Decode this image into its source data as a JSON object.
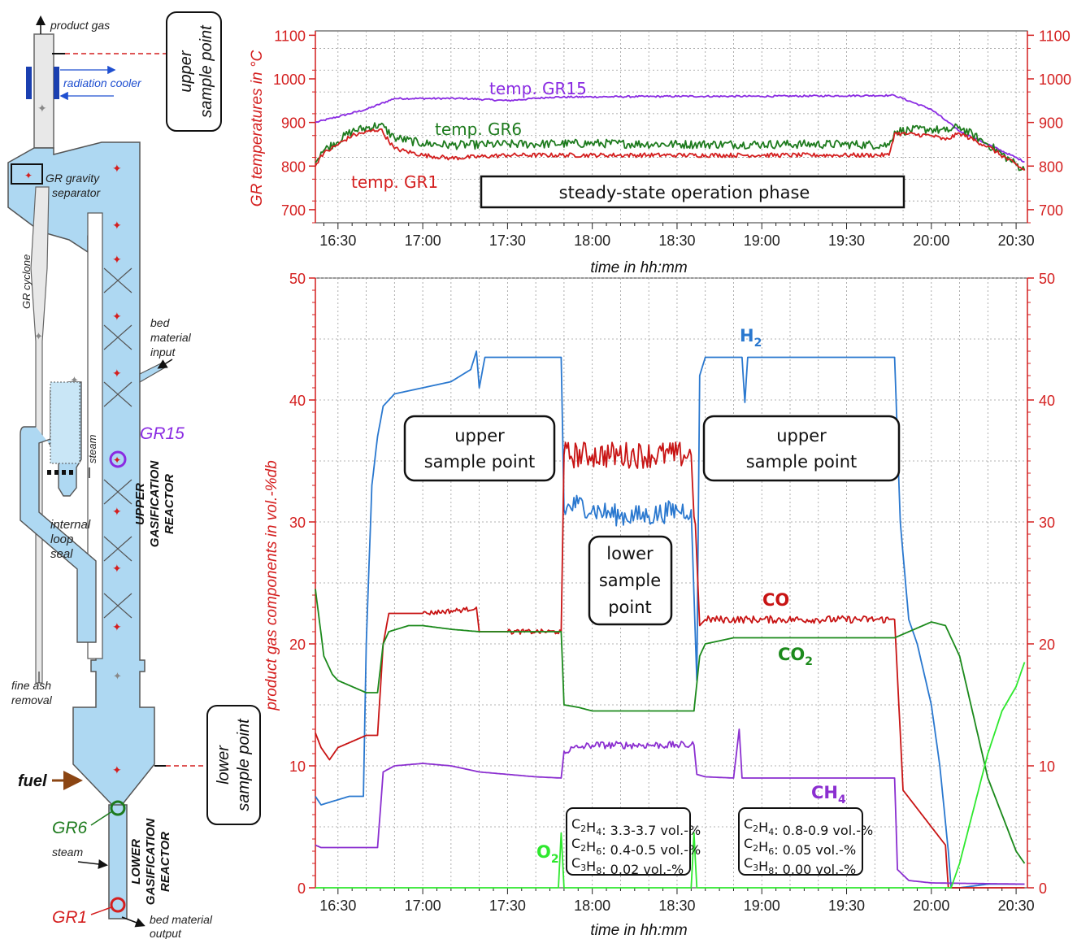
{
  "diagram": {
    "product_gas": "product gas",
    "radiation_cooler": "radiation cooler",
    "upper_sample_point": [
      "upper",
      "sample point"
    ],
    "lower_sample_point": [
      "lower",
      "sample point"
    ],
    "gr_gravity": "GR gravity",
    "separator": "separator",
    "gr_cyclone": "GR cyclone",
    "bed_material_input": [
      "bed",
      "material",
      "input"
    ],
    "steam": "steam",
    "gr15": "GR15",
    "upper_reactor": [
      "UPPER",
      "GASIFICATION",
      "REACTOR"
    ],
    "internal_loop_seal": [
      "internal",
      "loop",
      "seal"
    ],
    "fine_ash_removal": [
      "fine ash",
      "removal"
    ],
    "fuel": "fuel",
    "gr6": "GR6",
    "lower_reactor": [
      "LOWER",
      "GASIFICATION",
      "REACTOR"
    ],
    "gr1": "GR1",
    "bed_material_output": [
      "bed material",
      "output"
    ]
  },
  "colors": {
    "red": "#d41f1f",
    "purple": "#8a2be2",
    "green": "#1e7b1e",
    "blue": "#1f6fcf",
    "h2": "#2a78cf",
    "co": "#c81414",
    "co2": "#1c8a1c",
    "ch4": "#8b2fd0",
    "o2": "#2ee82e",
    "vessel": "#aed8f2"
  },
  "chart_data": [
    {
      "type": "line",
      "ylabel": "GR temperatures in °C",
      "xlabel": "time in hh:mm",
      "xlim": [
        "16:22",
        "20:34"
      ],
      "ylim": [
        670,
        1110
      ],
      "yticks": [
        700,
        800,
        900,
        1000,
        1100
      ],
      "xticks": [
        "16:30",
        "17:00",
        "17:30",
        "18:00",
        "18:30",
        "19:00",
        "19:30",
        "20:00",
        "20:30"
      ],
      "grid": true,
      "annotation": "steady-state operation phase",
      "series": [
        {
          "name": "temp. GR15",
          "label": "temp. GR15",
          "color": "#8a2be2",
          "x": [
            "16:22",
            "16:40",
            "16:50",
            "17:15",
            "17:30",
            "17:45",
            "18:30",
            "19:00",
            "19:45",
            "19:47",
            "20:00",
            "20:10",
            "20:20",
            "20:33"
          ],
          "y": [
            900,
            930,
            955,
            955,
            950,
            958,
            960,
            960,
            962,
            962,
            930,
            880,
            850,
            810
          ],
          "noise": 2
        },
        {
          "name": "temp. GR6",
          "label": "temp. GR6",
          "color": "#1e7b1e",
          "x": [
            "16:22",
            "16:24",
            "16:35",
            "16:45",
            "16:50",
            "17:00",
            "17:10",
            "17:30",
            "18:00",
            "18:30",
            "19:00",
            "19:30",
            "19:45",
            "19:47",
            "20:00",
            "20:05",
            "20:10",
            "20:20",
            "20:33"
          ],
          "y": [
            808,
            832,
            880,
            895,
            865,
            852,
            848,
            850,
            852,
            850,
            850,
            850,
            848,
            880,
            885,
            880,
            890,
            850,
            790
          ],
          "noise": 10
        },
        {
          "name": "temp. GR1",
          "label": "temp. GR1",
          "color": "#d41f1f",
          "x": [
            "16:22",
            "16:24",
            "16:35",
            "16:45",
            "16:50",
            "17:00",
            "17:10",
            "17:30",
            "18:00",
            "18:30",
            "19:00",
            "19:30",
            "19:45",
            "19:47",
            "20:00",
            "20:05",
            "20:10",
            "20:20",
            "20:33"
          ],
          "y": [
            800,
            825,
            870,
            885,
            840,
            825,
            818,
            825,
            825,
            825,
            825,
            825,
            825,
            875,
            870,
            860,
            875,
            845,
            790
          ],
          "noise": 5
        }
      ]
    },
    {
      "type": "line",
      "ylabel": "product gas components in vol.-%db",
      "xlabel": "time in hh:mm",
      "xlim": [
        "16:22",
        "20:34"
      ],
      "ylim": [
        0,
        50
      ],
      "yticks": [
        0,
        10,
        20,
        30,
        40,
        50
      ],
      "xticks": [
        "16:30",
        "17:00",
        "17:30",
        "18:00",
        "18:30",
        "19:00",
        "19:30",
        "20:00",
        "20:30"
      ],
      "grid": true,
      "series": [
        {
          "name": "H2",
          "color": "#2a78cf",
          "x": [
            "16:22",
            "16:24",
            "16:34",
            "16:39",
            "16:40",
            "16:42",
            "16:44",
            "16:46",
            "16:50",
            "17:00",
            "17:10",
            "17:17",
            "17:19",
            "17:20",
            "17:22",
            "17:30",
            "17:40",
            "17:49",
            "17:50",
            "17:55",
            "18:00",
            "18:10",
            "18:20",
            "18:30",
            "18:35",
            "18:37",
            "18:38",
            "18:40",
            "18:50",
            "18:53",
            "18:54",
            "18:55",
            "19:00",
            "19:30",
            "19:40",
            "19:47",
            "19:49",
            "19:52",
            "19:55",
            "20:00",
            "20:03",
            "20:06",
            "20:07",
            "20:10",
            "20:20",
            "20:33"
          ],
          "y": [
            7.5,
            6.8,
            7.5,
            7.5,
            20,
            33,
            37,
            39.5,
            40.5,
            41,
            41.5,
            42.5,
            44,
            41,
            43.5,
            43.5,
            43.5,
            43.5,
            31,
            31.5,
            31,
            30.5,
            30.5,
            31,
            31,
            17,
            42,
            43.5,
            43.5,
            43.5,
            39.8,
            43.5,
            43.5,
            43.5,
            43.5,
            43.5,
            30,
            22,
            20,
            15,
            10,
            3,
            0,
            0,
            0.3,
            0.3
          ],
          "noise": [
            0,
            0,
            0,
            0,
            0,
            0,
            0,
            0,
            0,
            0,
            0,
            0,
            0,
            0,
            0,
            0,
            0,
            0,
            0.9,
            0.9,
            0.9,
            0.9,
            0.9,
            0.9,
            0,
            0,
            0,
            0,
            0,
            0,
            0,
            0,
            0,
            0,
            0,
            0,
            0,
            0,
            0,
            0,
            0,
            0,
            0,
            0,
            0,
            0
          ]
        },
        {
          "name": "CO",
          "color": "#c81414",
          "x": [
            "16:22",
            "16:24",
            "16:27",
            "16:30",
            "16:40",
            "16:44",
            "16:46",
            "16:48",
            "17:00",
            "17:15",
            "17:19",
            "17:20",
            "17:22",
            "17:30",
            "17:40",
            "17:49",
            "17:50",
            "18:00",
            "18:30",
            "18:35",
            "18:37",
            "18:38",
            "18:40",
            "19:00",
            "19:45",
            "19:47",
            "19:50",
            "20:00",
            "20:05",
            "20:06",
            "20:33"
          ],
          "y": [
            12.7,
            11.5,
            10.5,
            11.5,
            12.5,
            12.5,
            20,
            22.5,
            22.5,
            22.8,
            23,
            21,
            21,
            21,
            21,
            21,
            35.5,
            35.5,
            35.5,
            35.5,
            27,
            21.5,
            22,
            22,
            22,
            22,
            8,
            5,
            3.5,
            0,
            0
          ],
          "noise": [
            0,
            0,
            0,
            0,
            0,
            0,
            0,
            0,
            0.2,
            0.2,
            0,
            0,
            0,
            0.2,
            0.2,
            0,
            1.1,
            1.1,
            1.1,
            1.1,
            0,
            0,
            0.3,
            0.3,
            0.3,
            0,
            0,
            0,
            0,
            0,
            0
          ]
        },
        {
          "name": "CO2",
          "color": "#1c8a1c",
          "x": [
            "16:22",
            "16:25",
            "16:28",
            "16:30",
            "16:35",
            "16:40",
            "16:44",
            "16:46",
            "16:48",
            "16:55",
            "17:00",
            "17:10",
            "17:20",
            "17:30",
            "17:40",
            "17:49",
            "17:50",
            "17:55",
            "18:00",
            "18:30",
            "18:36",
            "18:38",
            "18:40",
            "18:50",
            "19:00",
            "19:30",
            "19:45",
            "19:47",
            "20:00",
            "20:05",
            "20:10",
            "20:15",
            "20:20",
            "20:25",
            "20:30",
            "20:33"
          ],
          "y": [
            24.5,
            19,
            17.5,
            17,
            16.5,
            16,
            16,
            20,
            21,
            21.5,
            21.5,
            21.2,
            21,
            21,
            21,
            21,
            15,
            14.8,
            14.5,
            14.5,
            14.5,
            19,
            20,
            20.5,
            20.5,
            20.5,
            20.5,
            20.5,
            21.8,
            21.5,
            19,
            14,
            9,
            6,
            3,
            2
          ],
          "noise": 0
        },
        {
          "name": "CH4",
          "color": "#8b2fd0",
          "x": [
            "16:22",
            "16:24",
            "16:30",
            "16:40",
            "16:44",
            "16:46",
            "16:50",
            "17:00",
            "17:10",
            "17:20",
            "17:30",
            "17:40",
            "17:49",
            "17:50",
            "17:55",
            "18:00",
            "18:30",
            "18:36",
            "18:37",
            "18:40",
            "18:50",
            "18:52",
            "18:53",
            "18:55",
            "19:00",
            "19:30",
            "19:47",
            "19:48",
            "19:52",
            "20:00",
            "20:33"
          ],
          "y": [
            3.5,
            3.3,
            3.3,
            3.3,
            3.3,
            9.5,
            10,
            10.2,
            10,
            9.5,
            9.3,
            9.1,
            9,
            11.2,
            11.5,
            11.7,
            11.7,
            11.7,
            9.3,
            9.1,
            9,
            13,
            9,
            9,
            9,
            9,
            9,
            1.5,
            0.6,
            0.4,
            0.3
          ],
          "noise": [
            0,
            0,
            0,
            0,
            0,
            0,
            0,
            0,
            0,
            0,
            0,
            0,
            0,
            0.3,
            0.3,
            0.3,
            0.3,
            0,
            0,
            0,
            0,
            0,
            0,
            0,
            0,
            0,
            0,
            0,
            0,
            0,
            0
          ]
        },
        {
          "name": "O2",
          "color": "#2ee82e",
          "x": [
            "16:22",
            "17:48",
            "17:49",
            "17:50",
            "17:51",
            "18:35",
            "18:36",
            "18:37",
            "18:38",
            "20:05",
            "20:07",
            "20:10",
            "20:15",
            "20:20",
            "20:25",
            "20:30",
            "20:33"
          ],
          "y": [
            0,
            0,
            4.5,
            0,
            0,
            0,
            4.5,
            0,
            0,
            0,
            0,
            2,
            6.5,
            11,
            14.5,
            16.5,
            18.5
          ],
          "noise": 0
        }
      ],
      "labels": [
        {
          "series": "H2",
          "text": "H",
          "sub": "2"
        },
        {
          "series": "CO",
          "text": "CO",
          "sub": ""
        },
        {
          "series": "CO2",
          "text": "CO",
          "sub": "2"
        },
        {
          "series": "CH4",
          "text": "CH",
          "sub": "4"
        },
        {
          "series": "O2",
          "text": "O",
          "sub": "2"
        }
      ],
      "annotations": [
        {
          "lines": [
            "upper",
            "sample point"
          ]
        },
        {
          "lines": [
            "lower",
            "sample",
            "point"
          ]
        },
        {
          "lines": [
            "upper",
            "sample point"
          ]
        }
      ],
      "info_boxes": [
        {
          "rows": [
            {
              "s1": "C",
              "n1": "2",
              "s2": "H",
              "n2": "4",
              "val": ": 3.3-3.7 vol.-%"
            },
            {
              "s1": "C",
              "n1": "2",
              "s2": "H",
              "n2": "6",
              "val": ": 0.4-0.5 vol.-%"
            },
            {
              "s1": "C",
              "n1": "3",
              "s2": "H",
              "n2": "8",
              "val": ": 0.02 vol.-%"
            }
          ]
        },
        {
          "rows": [
            {
              "s1": "C",
              "n1": "2",
              "s2": "H",
              "n2": "4",
              "val": ": 0.8-0.9 vol.-%"
            },
            {
              "s1": "C",
              "n1": "2",
              "s2": "H",
              "n2": "6",
              "val": ": 0.05 vol.-%"
            },
            {
              "s1": "C",
              "n1": "3",
              "s2": "H",
              "n2": "8",
              "val": ": 0.00 vol.-%"
            }
          ]
        }
      ]
    }
  ]
}
